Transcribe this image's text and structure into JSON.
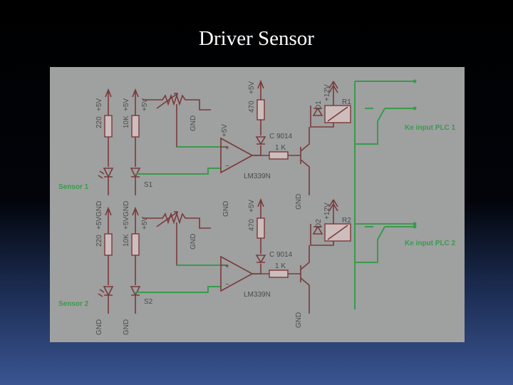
{
  "slide": {
    "title": "Driver Sensor"
  },
  "schematic": {
    "supply_5v": "+5V",
    "supply_12v": "+12V",
    "gnd": "GND",
    "r220": "220",
    "r10k": "10K",
    "r470": "470",
    "r1k": "1 K",
    "transistor": "C 9014",
    "comparator": "LM339N",
    "ch1": {
      "sensor_label": "Sensor 1",
      "switch": "S1",
      "diode": "D1",
      "relay": "R1",
      "output": "Ke input PLC 1"
    },
    "ch2": {
      "sensor_label": "Sensor 2",
      "switch": "S2",
      "diode": "D2",
      "relay": "R2",
      "output": "Ke input PLC 2"
    }
  }
}
